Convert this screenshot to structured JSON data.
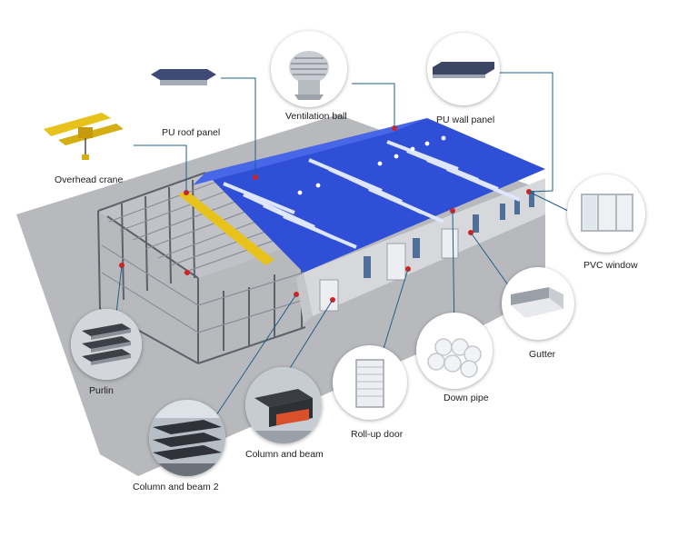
{
  "labels": {
    "pu_roof_panel": "PU roof panel",
    "ventilation_ball": "Ventilation ball",
    "pu_wall_panel": "PU wall panel",
    "overhead_crane": "Overhead crane",
    "pvc_window": "PVC window",
    "gutter": "Gutter",
    "down_pipe": "Down pipe",
    "roll_up_door": "Roll-up door",
    "column_and_beam": "Column and beam",
    "purlin": "Purlin",
    "column_and_beam_2": "Column and beam 2"
  },
  "colors": {
    "roof_blue": "#2f4fd6",
    "ground": "#b7b9bd",
    "wall": "#d6d8dc",
    "steel": "#6c7078",
    "crane_yellow": "#e6c21a",
    "leader_line": "#1f5f8a",
    "marker_red": "#d82020"
  },
  "icons": [
    "pu-roof-panel-icon",
    "ventilation-ball-icon",
    "pu-wall-panel-icon",
    "overhead-crane-icon",
    "pvc-window-icon",
    "gutter-icon",
    "down-pipe-icon",
    "roll-up-door-icon",
    "column-and-beam-icon",
    "purlin-icon",
    "column-and-beam-2-icon"
  ]
}
